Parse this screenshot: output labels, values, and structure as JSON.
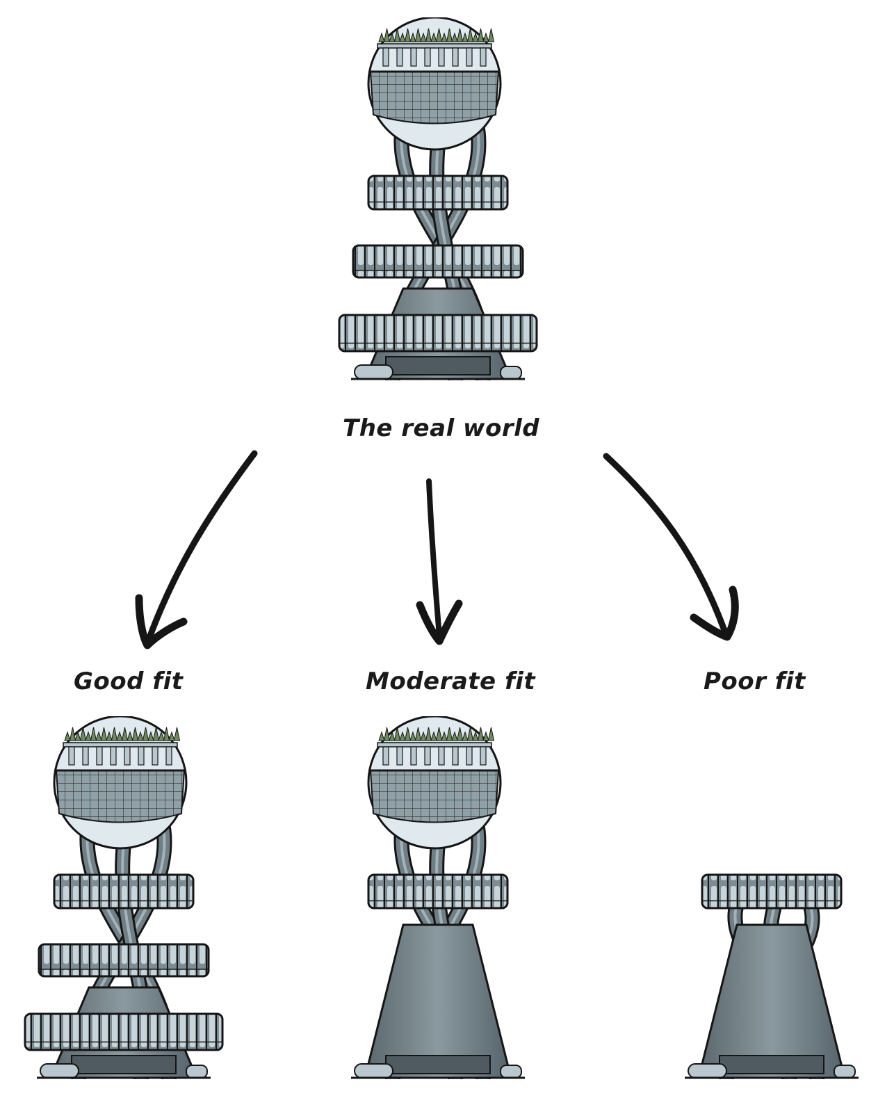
{
  "diagram": {
    "source_label": "The real world",
    "fits": [
      {
        "label": "Good fit"
      },
      {
        "label": "Moderate fit"
      },
      {
        "label": "Poor fit"
      }
    ]
  },
  "colors": {
    "ink": "#151515",
    "metal": "#6f7f85",
    "metal_light": "#b9c8cf",
    "metal_dark": "#4f5b60",
    "sky": "#dfe9ee",
    "tree": "#6e8a5e"
  },
  "tower_parts": {
    "real_world": [
      "dome",
      "gear-top",
      "gear-middle",
      "gear-bottom",
      "base"
    ],
    "good_fit": [
      "dome",
      "gear-top",
      "gear-middle",
      "gear-bottom",
      "base"
    ],
    "moderate_fit": [
      "dome",
      "gear-top",
      "base"
    ],
    "poor_fit": [
      "gear-top",
      "base"
    ]
  }
}
